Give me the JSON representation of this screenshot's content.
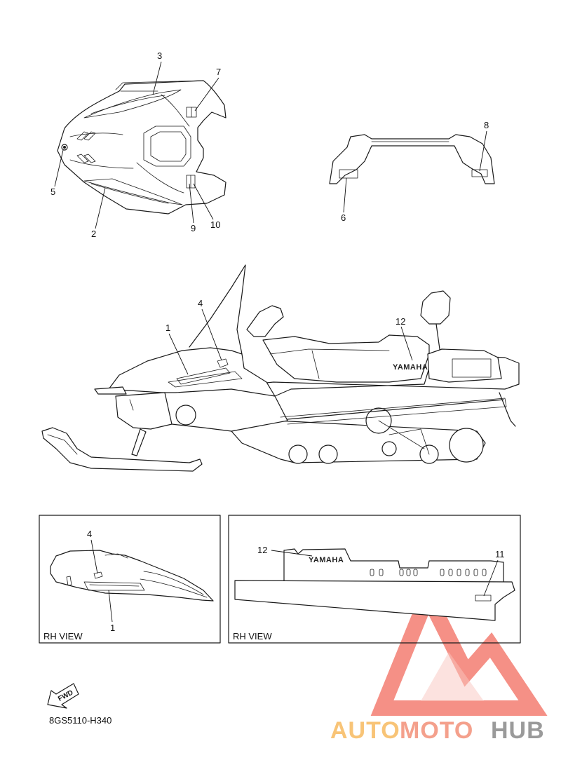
{
  "callouts": {
    "top": [
      "3",
      "7",
      "5",
      "2",
      "9",
      "10",
      "8",
      "6"
    ],
    "side": [
      "4",
      "1",
      "12"
    ],
    "inset_left": [
      "4",
      "1"
    ],
    "inset_right": [
      "12",
      "11"
    ]
  },
  "views": {
    "left_label": "RH VIEW",
    "right_label": "RH VIEW"
  },
  "decals": {
    "brand": "YAMAHA"
  },
  "direction": {
    "label": "FWD"
  },
  "diagram_code": "8GS5110-H340",
  "watermark": {
    "part1": "AUTO",
    "part2": "MOTO",
    "part3": "HUB",
    "colors": {
      "triangle": "#f26b5e",
      "auto": "#f8c477",
      "moto": "#f4a08c",
      "hub": "#9a9a9a"
    }
  }
}
